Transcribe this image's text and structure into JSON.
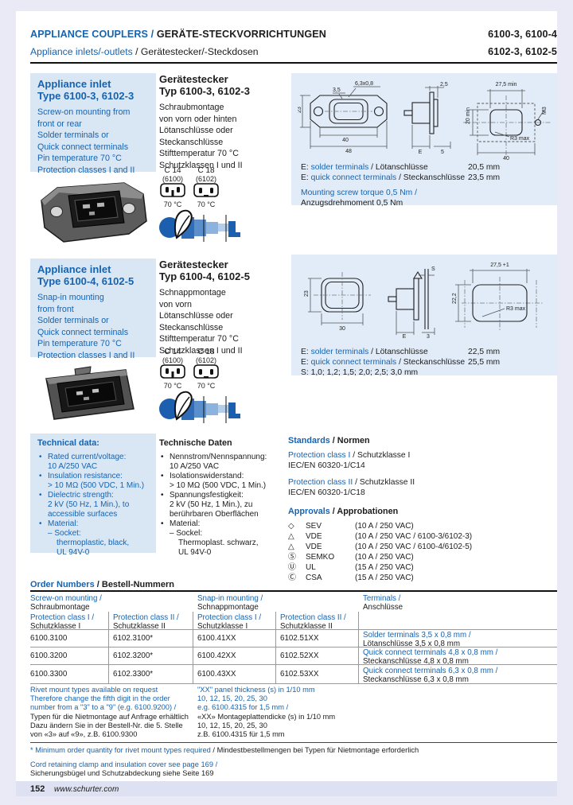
{
  "meta": {
    "accent_blue": "#1663b0",
    "box_blue": "#d9e7f5",
    "panel_blue": "#e2ecf8",
    "frame": "#e9eaf5",
    "footer_band": "#dde1f1"
  },
  "header": {
    "title_en": "APPLIANCE COUPLERS /",
    "title_de": " GERÄTE-STECKVORRICHTUNGEN",
    "codes1": "6100-3, 6100-4",
    "sub_en": "Appliance inlets/-outlets",
    "sub_de": " / Gerätestecker/-Steckdosen",
    "codes2": "6102-3, 6102-5"
  },
  "sec1": {
    "en": {
      "t1": "Appliance inlet",
      "t2": "Type 6100-3, 6102-3",
      "l": [
        "Screw-on mounting from",
        "front or rear",
        "Solder terminals or",
        "Quick connect terminals",
        "Pin temperature 70 °C",
        "Protection classes I and II"
      ]
    },
    "de": {
      "t1": "Gerätestecker",
      "t2": "Typ 6100-3, 6102-3",
      "l": [
        "Schraubmontage",
        "von vorn oder hinten",
        "Lötanschlüsse oder",
        "Steckanschlüsse",
        "Stifttemperatur 70 °C",
        "Schutzklassen I und II"
      ]
    },
    "notes": {
      "p": "E:",
      "e1_en": "solder terminals",
      "e1_de": " / Lötanschlüsse",
      "e1_val": "20,5 mm",
      "e2_en": "quick connect terminals",
      "e2_de": " / Steckanschlüsse",
      "e2_val": "23,5 mm",
      "torque_en": "Mounting screw torque 0,5 Nm /",
      "torque_de": "Anzugsdrehmoment 0,5 Nm"
    },
    "dims": {
      "a0": "6,3x0,8",
      "a1": "3,5",
      "a2": "23",
      "a3": "40",
      "a4": "48",
      "b0": "2,5",
      "b1": "E",
      "b2": "5",
      "c0": "27,5 min",
      "c1": "M3",
      "c2": "20 min",
      "c3": "R3 max",
      "c4": "40"
    }
  },
  "sec2": {
    "en": {
      "t1": "Appliance inlet",
      "t2": "Type 6100-4, 6102-5",
      "l": [
        "Snap-in mounting",
        "from front",
        "Solder terminals or",
        "Quick connect terminals",
        "Pin temperature 70 °C",
        "Protection classes I and II"
      ]
    },
    "de": {
      "t1": "Gerätestecker",
      "t2": "Typ 6100-4, 6102-5",
      "l": [
        "Schnappmontage",
        "von vorn",
        "Lötanschlüsse oder",
        "Steckanschlüsse",
        "Stifttemperatur 70 °C",
        "Schutzklassen I und II"
      ]
    },
    "notes": {
      "p": "E:",
      "e1_en": "solder terminals",
      "e1_de": " / Lötanschlüsse",
      "e1_val": "22,5 mm",
      "e2_en": "quick connect terminals",
      "e2_de": " / Steckanschlüsse",
      "e2_val": "25,5 mm",
      "s_p": "S:",
      "s_text": " 1,0; 1,2; 1,5; 2,0; 2,5; 3,0 mm"
    },
    "dims": {
      "a0": "23",
      "a1": "30",
      "b0": "S",
      "b1": "E",
      "b2": "3",
      "c0": "27,5 +1",
      "c1": "22,2",
      "c2": "R3 max"
    }
  },
  "connectors": [
    {
      "code": "C 14",
      "series": "(6100)",
      "temp": "70 °C"
    },
    {
      "code": "C 18",
      "series": "(6102)",
      "temp": "70 °C"
    }
  ],
  "tech_en": {
    "title": "Technical data:",
    "l": [
      "Rated current/voltage:",
      "10 A/250 VAC",
      "Insulation resistance:",
      "> 10 MΩ (500 VDC, 1 Min.)",
      "Dielectric strength:",
      "2 kV (50 Hz, 1 Min.), to",
      "accessible surfaces",
      "Material:",
      "–  Socket:",
      "thermoplastic, black,",
      "UL 94V-0"
    ]
  },
  "tech_de": {
    "title": "Technische Daten",
    "l": [
      "Nennstrom/Nennspannung:",
      "10 A/250 VAC",
      "Isolationswiderstand:",
      "> 10 MΩ (500 VDC, 1 Min.)",
      "Spannungsfestigkeit:",
      "2 kV (50 Hz, 1 Min.), zu",
      "berührbaren Oberflächen",
      "Material:",
      "–  Sockel:",
      "Thermoplast. schwarz,",
      "UL 94V-0"
    ]
  },
  "standards": {
    "t_en": "Standards",
    "t_de": " / Normen",
    "c1_en": "Protection class I",
    "c1_de": " / Schutzklasse I",
    "c1_std": "IEC/EN 60320-1/C14",
    "c2_en": "Protection class II",
    "c2_de": " / Schutzklasse II",
    "c2_std": "IEC/EN 60320-1/C18"
  },
  "approvals": {
    "t_en": "Approvals",
    "t_de": " / Approbationen",
    "rows": [
      {
        "glyph": "◇",
        "agency": "SEV",
        "rating": "(10 A / 250 VAC)"
      },
      {
        "glyph": "△",
        "agency": "VDE",
        "rating": "(10 A / 250 VAC / 6100-3/6102-3)"
      },
      {
        "glyph": "△",
        "agency": "VDE",
        "rating": "(10 A / 250 VAC / 6100-4/6102-5)"
      },
      {
        "glyph": "Ⓢ",
        "agency": "SEMKO",
        "rating": "(10 A / 250 VAC)"
      },
      {
        "glyph": "Ⓤ",
        "agency": "UL",
        "rating": "(15 A / 250 VAC)"
      },
      {
        "glyph": "Ⓒ",
        "agency": "CSA",
        "rating": "(15 A / 250 VAC)"
      }
    ]
  },
  "order": {
    "t_en": "Order Numbers",
    "t_de": " / Bestell-Nummern",
    "groups": [
      {
        "en": "Screw-on mounting /",
        "de": "Schraubmontage"
      },
      {
        "en": "Snap-in mounting /",
        "de": "Schnappmontage"
      },
      {
        "en": "Terminals /",
        "de": "Anschlüsse"
      }
    ],
    "cols": [
      {
        "en": "Protection class I /",
        "de": "Schutzklasse I"
      },
      {
        "en": "Protection class II /",
        "de": "Schutzklasse II"
      },
      {
        "en": "Protection class I /",
        "de": "Schutzklasse I"
      },
      {
        "en": "Protection class II /",
        "de": "Schutzklasse II"
      }
    ],
    "rows": [
      {
        "c0": "6100.3100",
        "c1": "6102.3100*",
        "c2": "6100.41XX",
        "c3": "6102.51XX",
        "term_en": "Solder terminals 3,5 x 0,8 mm /",
        "term_de": "Lötanschlüsse 3,5 x 0,8 mm"
      },
      {
        "c0": "6100.3200",
        "c1": "6102.3200*",
        "c2": "6100.42XX",
        "c3": "6102.52XX",
        "term_en": "Quick connect terminals 4,8 x 0,8 mm /",
        "term_de": "Steckanschlüsse 4,8 x 0,8 mm"
      },
      {
        "c0": "6100.3300",
        "c1": "6102.3300*",
        "c2": "6100.43XX",
        "c3": "6102.53XX",
        "term_en": "Quick connect terminals 6,3 x 0,8 mm /",
        "term_de": "Steckanschlüsse 6,3 x 0,8 mm"
      }
    ],
    "fn_left": [
      "Rivet mount types available on request",
      "Therefore change the fifth digit in the order",
      "number from a \"3\" to a \"9\" (e.g. 6100.9200) /",
      "Typen für die Nietmontage auf Anfrage erhältlich",
      "Dazu ändern Sie in der Bestell-Nr. die 5. Stelle",
      "von «3» auf «9», z.B. 6100.9300"
    ],
    "fn_right": [
      "\"XX\" panel thickness (s) in 1/10 mm",
      "10, 12, 15, 20, 25, 30",
      "e.g. 6100.4315 for 1,5 mm /",
      "«XX» Montageplattendicke (s) in 1/10 mm",
      "10, 12, 15, 20, 25, 30",
      "z.B. 6100.4315 für 1,5 mm"
    ],
    "star_en": "* Minimum order quantity for rivet mount types required",
    "star_de": " / Mindestbestellmengen bei Typen für Nietmontage erforderlich",
    "cord_en": "Cord retaining clamp and insulation cover see page 169 /",
    "cord_de": "Sicherungsbügel und Schutzabdeckung siehe Seite 169"
  },
  "footer": {
    "page": "152",
    "site": "www.schurter.com"
  }
}
